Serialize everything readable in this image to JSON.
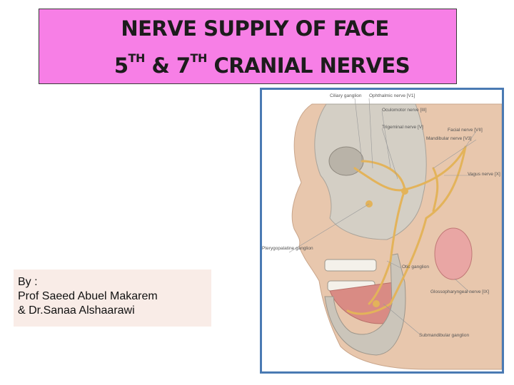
{
  "title": {
    "line1": "NERVE SUPPLY OF FACE",
    "line2_a": "5",
    "line2_sup_a": "TH",
    "line2_b": " & 7",
    "line2_sup_b": "TH",
    "line2_c": " CRANIAL NERVES"
  },
  "authors": {
    "by": "By :",
    "author1": "Prof Saeed Abuel Makarem",
    "author2": "& Dr.Sanaa Alshaarawi"
  },
  "figure": {
    "labels": {
      "ciliary": "Ciliary ganglion",
      "ophthalmic": "Ophthalmic nerve [V1]",
      "oculomotor": "Oculomotor nerve [III]",
      "trigeminal": "Trigeminal nerve [V]",
      "facial": "Facial nerve [VII]",
      "mandibular": "Mandibular nerve [V3]",
      "vagus": "Vagus nerve [X]",
      "pterygopalatine": "Pterygopalatine ganglion",
      "otic": "Otic ganglion",
      "glossopharyngeal": "Glossopharyngeal nerve [IX]",
      "submandibular": "Submandibular ganglion"
    },
    "colors": {
      "nerve": "#e3b35a",
      "skin": "#e8c7ad",
      "bone": "#cfcac0",
      "gland": "#e9a6a4",
      "frame": "#4a7ab3",
      "title_bg": "#f77fe6"
    }
  }
}
